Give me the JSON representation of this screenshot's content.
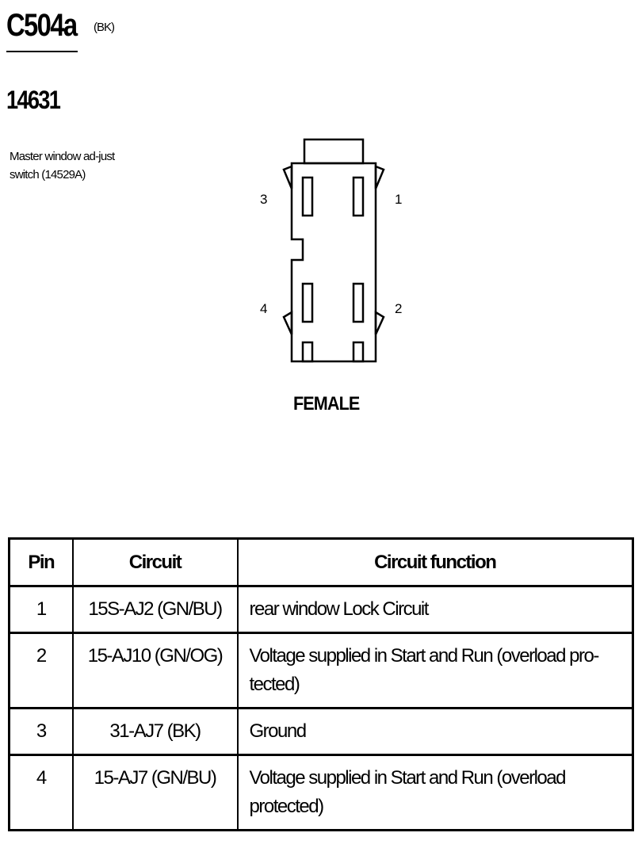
{
  "header": {
    "connector_id": "C504a",
    "color_code": "(BK)",
    "part_number": "14631",
    "description": "Master window ad-just switch (14529A)"
  },
  "connector": {
    "gender": "FEMALE",
    "pin_labels": [
      "1",
      "2",
      "3",
      "4"
    ]
  },
  "table": {
    "headers": [
      "Pin",
      "Circuit",
      "Circuit function"
    ],
    "rows": [
      {
        "pin": "1",
        "circuit": "15S-AJ2 (GN/BU)",
        "function": "rear window Lock Circuit"
      },
      {
        "pin": "2",
        "circuit": "15-AJ10 (GN/OG)",
        "function": "Voltage supplied in Start and Run (overload pro-tected)"
      },
      {
        "pin": "3",
        "circuit": "31-AJ7 (BK)",
        "function": "Ground"
      },
      {
        "pin": "4",
        "circuit": "15-AJ7 (GN/BU)",
        "function": "Voltage supplied in Start and Run (overload protected)"
      }
    ]
  }
}
